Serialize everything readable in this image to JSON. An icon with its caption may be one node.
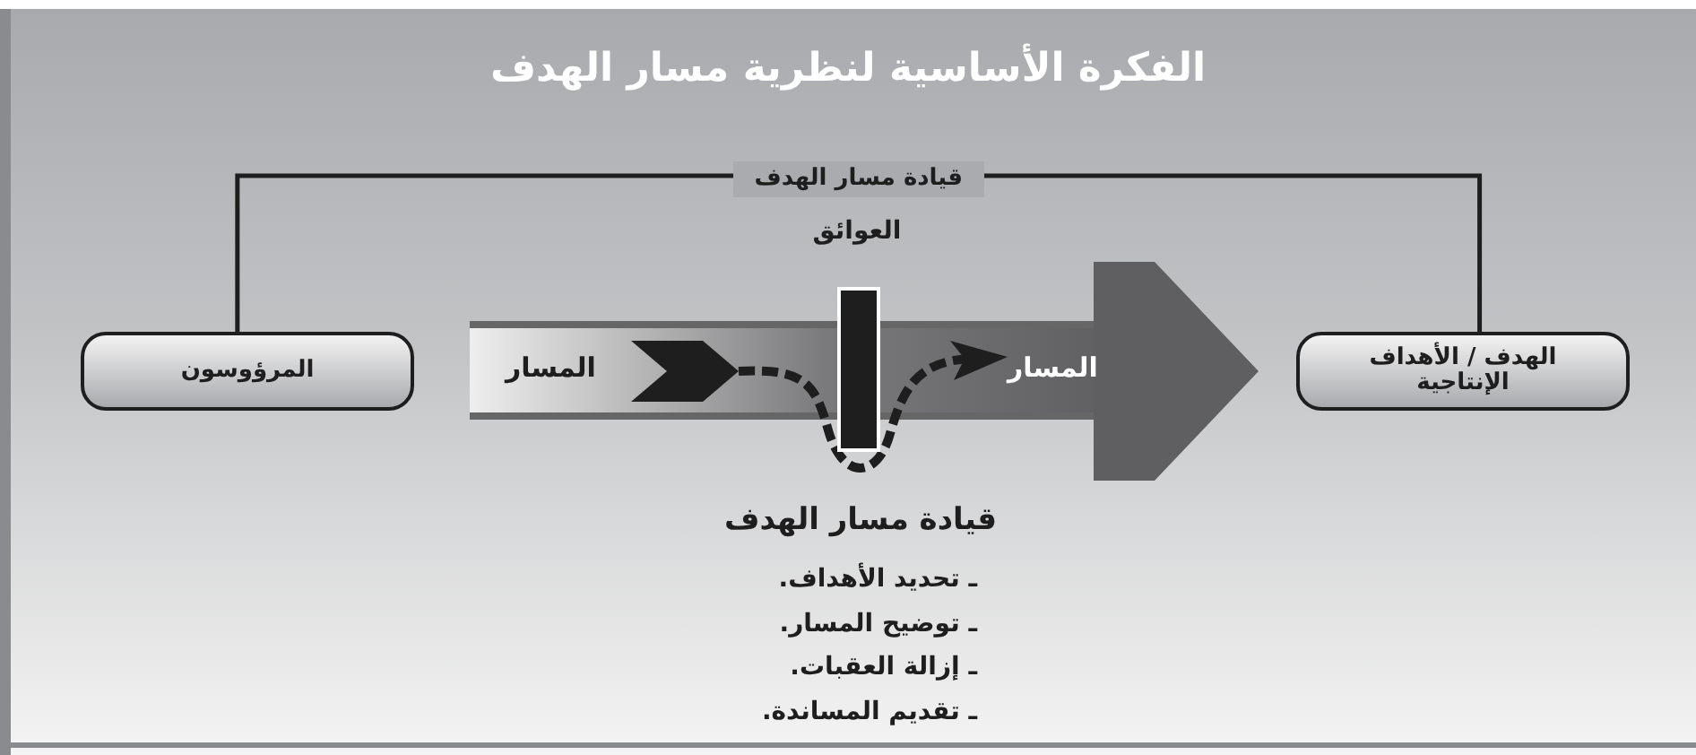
{
  "diagram": {
    "title": "الفكرة الأساسية لنظرية مسار الهدف",
    "nodes": [
      {
        "text": [
          "المرؤوسون"
        ]
      },
      {
        "text": [
          "الهدف / الأهداف الإنتاجية"
        ]
      },
      {
        "text": [
          "المسار",
          "المسار"
        ]
      },
      {
        "text": [],
        "shape": "bar",
        "in": 2
      }
    ],
    "edges": [
      {
        "from": 0,
        "to": 1,
        "arrow": "none",
        "label": "قيادة مسار الهدف"
      }
    ],
    "labels": [
      "العوائق",
      "قيادة مسار الهدف",
      "ـ تحديد الأهداف.",
      "ـ توضيح المسار.",
      "ـ إزالة العقبات.",
      "ـ تقديم المساندة."
    ]
  }
}
